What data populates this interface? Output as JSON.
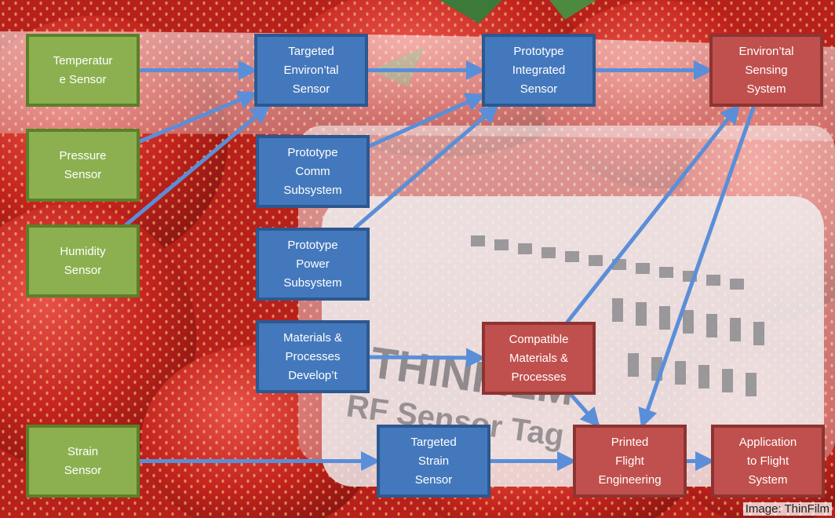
{
  "credit": "Image: ThinFilm",
  "background_label": {
    "brand": "THINFILM",
    "product": "RF Sensor Tag"
  },
  "colors": {
    "green_fill": "#8cb050",
    "blue_fill": "#4478bc",
    "red_fill": "#c0504d",
    "arrow": "#5b8ed8"
  },
  "nodes": {
    "temperature_sensor": "Temperatur\ne Sensor",
    "pressure_sensor": "Pressure\nSensor",
    "humidity_sensor": "Humidity\nSensor",
    "strain_sensor": "Strain\nSensor",
    "targeted_environtal_sensor": "Targeted\nEnviron’tal\nSensor",
    "prototype_comm_subsystem": "Prototype\nComm\nSubsystem",
    "prototype_power_subsystem": "Prototype\nPower\nSubsystem",
    "materials_processes_develop": "Materials &\nProcesses\nDevelop’t",
    "targeted_strain_sensor": "Targeted\nStrain\nSensor",
    "prototype_integrated_sensor": "Prototype\nIntegrated\nSensor",
    "environtal_sensing_system": "Environ’tal\nSensing\nSystem",
    "compatible_materials_processes": "Compatible\nMaterials &\nProcesses",
    "printed_flight_engineering": "Printed\nFlight\nEngineering",
    "application_to_flight_system": "Application\nto Flight\nSystem"
  },
  "edges": [
    [
      "temperature_sensor",
      "targeted_environtal_sensor"
    ],
    [
      "pressure_sensor",
      "targeted_environtal_sensor"
    ],
    [
      "humidity_sensor",
      "targeted_environtal_sensor"
    ],
    [
      "targeted_environtal_sensor",
      "prototype_integrated_sensor"
    ],
    [
      "prototype_comm_subsystem",
      "prototype_integrated_sensor"
    ],
    [
      "prototype_power_subsystem",
      "prototype_integrated_sensor"
    ],
    [
      "prototype_integrated_sensor",
      "environtal_sensing_system"
    ],
    [
      "materials_processes_develop",
      "compatible_materials_processes"
    ],
    [
      "compatible_materials_processes",
      "environtal_sensing_system"
    ],
    [
      "compatible_materials_processes",
      "printed_flight_engineering"
    ],
    [
      "environtal_sensing_system",
      "printed_flight_engineering"
    ],
    [
      "strain_sensor",
      "targeted_strain_sensor"
    ],
    [
      "targeted_strain_sensor",
      "printed_flight_engineering"
    ],
    [
      "printed_flight_engineering",
      "application_to_flight_system"
    ]
  ]
}
